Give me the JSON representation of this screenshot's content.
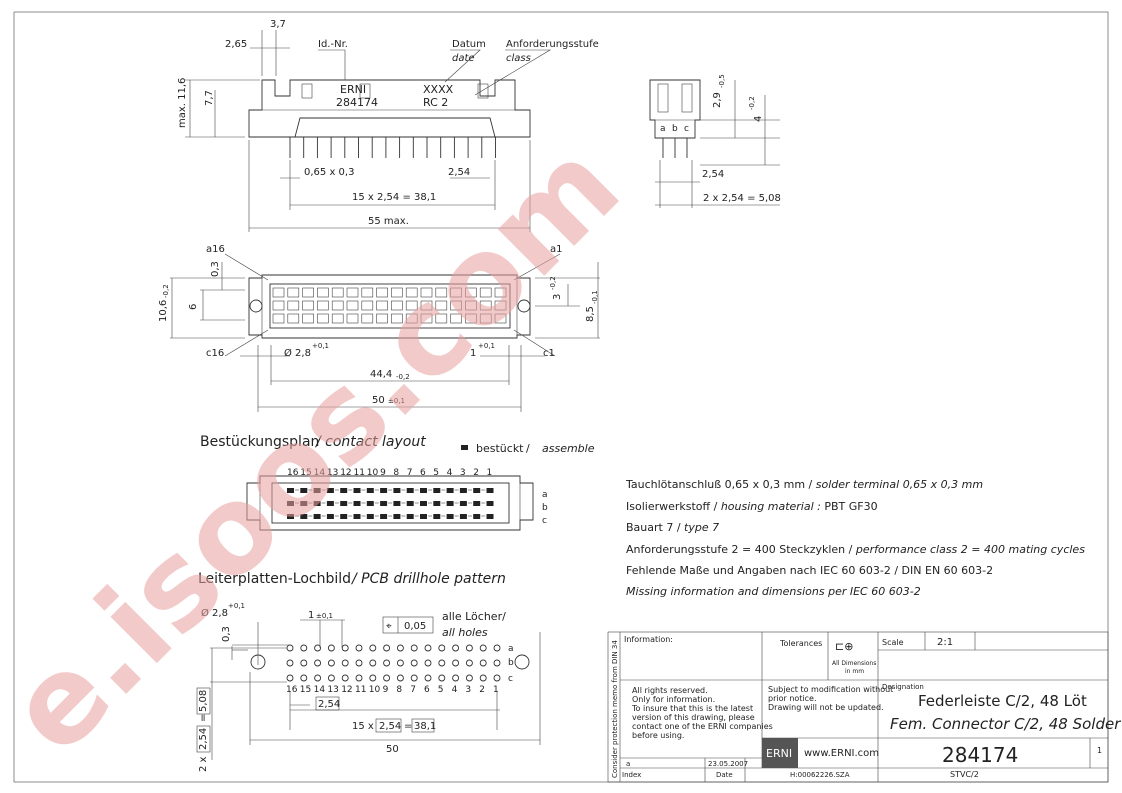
{
  "front_view": {
    "dims": {
      "d37": "3,7",
      "d265": "2,65",
      "d116": "max. 11,6",
      "d77": "7,7",
      "pin": "0,65  x  0,3",
      "pitch": "2,54",
      "span": "15  x  2,54  = 38,1",
      "width": "55 max."
    },
    "labels": {
      "id": "Id.-Nr.",
      "datum": "Datum",
      "date": "date",
      "anf": "Anforderungsstufe",
      "class": "class"
    },
    "marking": {
      "brand": "ERNI",
      "part": "284174",
      "xxxx": "XXXX",
      "rc": "RC 2"
    }
  },
  "side_view": {
    "dims": {
      "d29": "2,9",
      "d29tol": "-0,5",
      "d4": "4",
      "d4tol": "-0,2",
      "pitch": "2,54",
      "span": "2  x  2,54  = 5,08"
    },
    "rows": [
      "a",
      "b",
      "c"
    ]
  },
  "top_view": {
    "corners": {
      "a16": "a16",
      "a1": "a1",
      "c16": "c16",
      "c1": "c1"
    },
    "dims": {
      "d03": "0,3",
      "d6": "6",
      "d106": "10,6",
      "d106tol": "-0,2",
      "d3": "3",
      "d3tol": "-0,2",
      "d85": "8,5",
      "d85tol": "-0,1",
      "hole": "Ø 2,8",
      "holetol": "+0,1",
      "d1": "1",
      "d1tol": "+0,1",
      "d444": "44,4",
      "d444tol": "-0,2",
      "d50": "50",
      "d50tol": "±0,1"
    }
  },
  "layout": {
    "title": "Bestückungsplan",
    "title_en": "/ contact layout",
    "legend_de": "bestückt",
    "legend_sep": "/",
    "legend_en": "assemble",
    "numbers": [
      "16",
      "15",
      "14",
      "13",
      "12",
      "11",
      "10",
      "9",
      "8",
      "7",
      "6",
      "5",
      "4",
      "3",
      "2",
      "1"
    ],
    "rows": [
      "a",
      "b",
      "c"
    ]
  },
  "drill": {
    "title": "Leiterplatten-Lochbild",
    "title_en": "/ PCB drillhole pattern",
    "dims": {
      "hole": "Ø 2,8",
      "holetol": "+0,1",
      "d1": "1",
      "d1tol": "±0,1",
      "tol": "0,05",
      "d03": "0,3",
      "pitch": "2,54",
      "span_pre": "15  x",
      "span_pitch": "2,54",
      "span_eq": "=",
      "span_val": "38,1",
      "d50": "50",
      "v_pre": "2  x",
      "v_pitch": "2,54",
      "v_eq": "=",
      "v_val": "5,08"
    },
    "alle_de": "alle Löcher/",
    "alle_en": "all holes",
    "numbers": [
      "16",
      "15",
      "14",
      "13",
      "12",
      "11",
      "10",
      "9",
      "8",
      "7",
      "6",
      "5",
      "4",
      "3",
      "2",
      "1"
    ],
    "rows": [
      "a",
      "b",
      "c"
    ]
  },
  "specs": [
    {
      "de": "Tauchlötanschluß 0,65 x 0,3 mm /",
      "en": "solder terminal 0,65 x 0,3 mm"
    },
    {
      "de": "Isolierwerkstoff /",
      "en": "housing material :",
      "tail": "PBT GF30"
    },
    {
      "de": "Bauart 7 /",
      "en": "type 7"
    },
    {
      "de": "Anforderungsstufe 2 = 400 Steckzyklen /",
      "en": "performance class 2 = 400 mating cycles"
    },
    {
      "de": "Fehlende Maße und Angaben nach IEC 60 603-2 / DIN EN 60 603-2",
      "en": ""
    },
    {
      "de": "",
      "en": "Missing information and dimensions per IEC 60 603-2"
    }
  ],
  "title_block": {
    "side_note": "Consider protection memo from DIN 34",
    "information": "Information:",
    "tolerances": "Tolerances",
    "all_dims": "All Dimensions",
    "in_mm": "in mm",
    "scale_label": "Scale",
    "scale": "2:1",
    "designation_label": "Designation",
    "designation_de": "Federleiste C/2, 48 Löt",
    "designation_en": "Fem. Connector C/2, 48 Solder",
    "rights": [
      "All rights reserved.",
      "Only for information.",
      "To insure that this is the latest",
      "version of this drawing, please",
      "contact one of the ERNI companies",
      "before using."
    ],
    "subject": [
      "Subject to modification without",
      "prior notice.",
      "Drawing will not be updated."
    ],
    "brand": "ERNI",
    "website": "www.ERNI.com",
    "part_number": "284174",
    "sheet": "1",
    "index_val": "a",
    "index_label": "Index",
    "date_val": "23.05.2007",
    "date_label": "Date",
    "file": "H:00062226.SZA",
    "code": "STVC/2"
  },
  "watermark": "e.isoos.com",
  "colors": {
    "watermark": "#e8a0a0",
    "line": "#333333"
  }
}
